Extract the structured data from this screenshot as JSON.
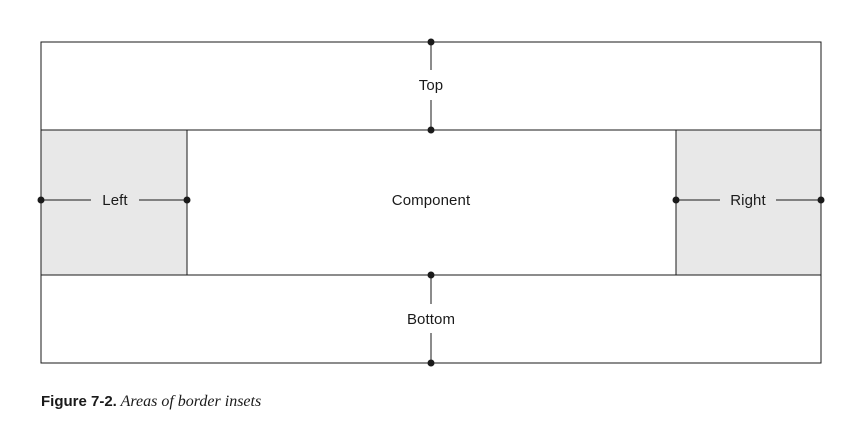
{
  "diagram": {
    "labels": {
      "top": "Top",
      "left": "Left",
      "component": "Component",
      "right": "Right",
      "bottom": "Bottom"
    },
    "colors": {
      "inset_fill": "#e8e8e8",
      "line": "#1a1a1a",
      "background": "#ffffff"
    }
  },
  "caption": {
    "figure_number": "Figure 7-2.",
    "title": "Areas of border insets"
  }
}
